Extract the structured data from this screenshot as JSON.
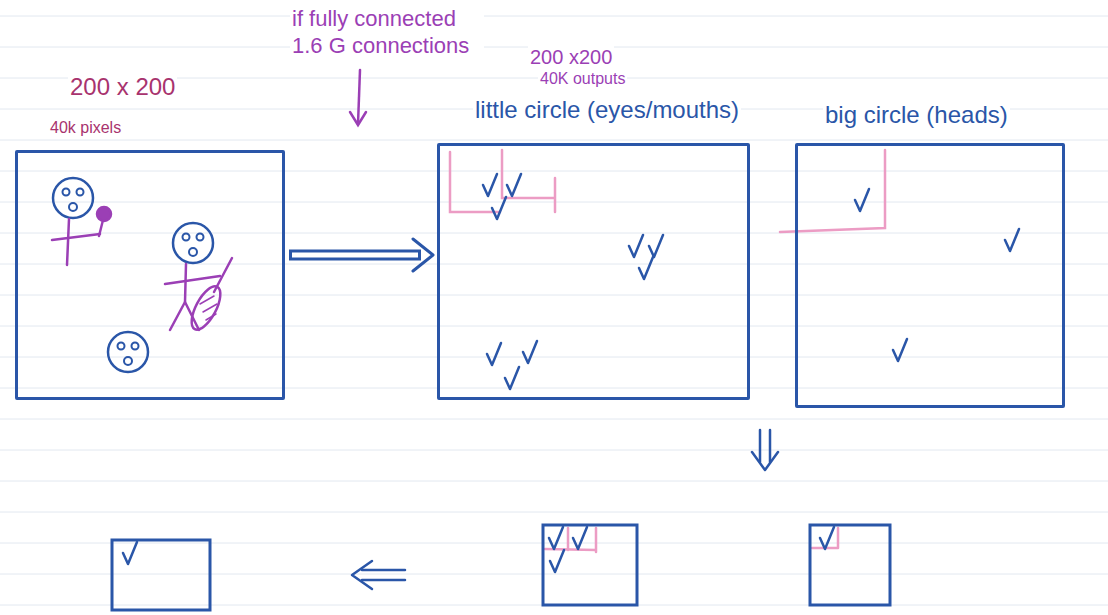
{
  "diagram": {
    "nodes": [
      {
        "text": [
          "200 x 200",
          "40k pixels"
        ]
      },
      {
        "text": [
          "200 x200",
          "40K outputs",
          "little circle (eyes/mouths)"
        ]
      },
      {
        "text": [
          "big circle (heads)"
        ]
      }
    ],
    "edges": [
      {
        "from": 0,
        "to": 1,
        "arrow": "to"
      }
    ],
    "labels": [
      "if fully connected 1.6 G connections"
    ]
  }
}
